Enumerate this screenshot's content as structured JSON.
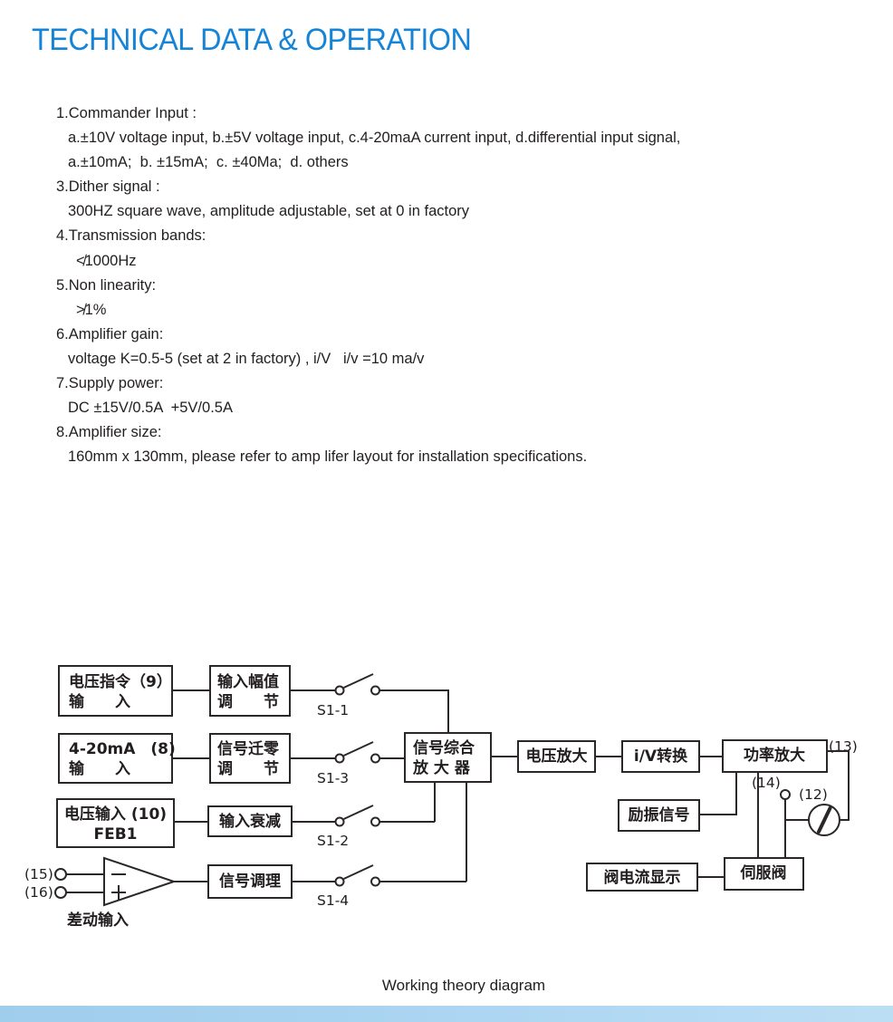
{
  "page": {
    "title": "TECHNICAL DATA & OPERATION",
    "caption": "Working theory diagram",
    "accent_color": "#1584d7",
    "footer_bar_color": "#abd5f1"
  },
  "specs": [
    {
      "text": "1.Commander Input :"
    },
    {
      "text": "a.±10V voltage input, b.±5V voltage input, c.4-20maA current input, d.differential input signal,"
    },
    {
      "text": "a.±10mA;  b. ±15mA;  c. ±40Ma;  d. others"
    },
    {
      "text": "3.Dither signal :"
    },
    {
      "text": "300HZ square wave, amplitude adjustable, set at 0 in factory"
    },
    {
      "text": "4.Transmission bands:"
    },
    {
      "text": "≮1000Hz"
    },
    {
      "text": "5.Non linearity:"
    },
    {
      "text": "≯1%"
    },
    {
      "text": "6.Amplifier gain:"
    },
    {
      "text": "voltage K=0.5-5 (set at 2 in factory) , i/V   i/v =10 ma/v"
    },
    {
      "text": "7.Supply power:"
    },
    {
      "text": "DC ±15V/0.5A  +5V/0.5A"
    },
    {
      "text": "8.Amplifier size:"
    },
    {
      "text": "160mm x 130mm, please refer to amp lifer layout for installation specifications."
    }
  ],
  "diagram": {
    "boxes": {
      "voltage_command": {
        "l1": "电压指令（9）",
        "l2": "输　　入"
      },
      "input_amplitude": {
        "l1": "输入幅值",
        "l2": "调　　节"
      },
      "current_input": {
        "l1": "4-20mA　(8)",
        "l2": "输　　入"
      },
      "signal_zero_shift": {
        "l1": "信号迁零",
        "l2": "调　　节"
      },
      "voltage_input_feb": {
        "l1": "电压输入 (10)",
        "l2": "FEB1"
      },
      "input_attenuation": {
        "l1": "输入衰减"
      },
      "signal_conditioning": {
        "l1": "信号调理"
      },
      "signal_synth_amp": {
        "l1": "信号综合",
        "l2": "放 大 器"
      },
      "voltage_amp": {
        "l1": "电压放大"
      },
      "iv_convert": {
        "l1": "i/V转换"
      },
      "power_amp": {
        "l1": "功率放大"
      },
      "excitation_signal": {
        "l1": "励振信号"
      },
      "valve_current_display": {
        "l1": "阀电流显示"
      },
      "servo_valve": {
        "l1": "伺服阀"
      }
    },
    "switch_labels": {
      "s11": "S1-1",
      "s13": "S1-3",
      "s12": "S1-2",
      "s14": "S1-4"
    },
    "terminal_labels": {
      "t13": "(13)",
      "t14": "(14)",
      "t12": "(12)",
      "t15": "(15)",
      "t16": "(16)"
    },
    "opamp": {
      "minus": "−",
      "plus": "+"
    },
    "diff_input_label": "差动输入"
  }
}
